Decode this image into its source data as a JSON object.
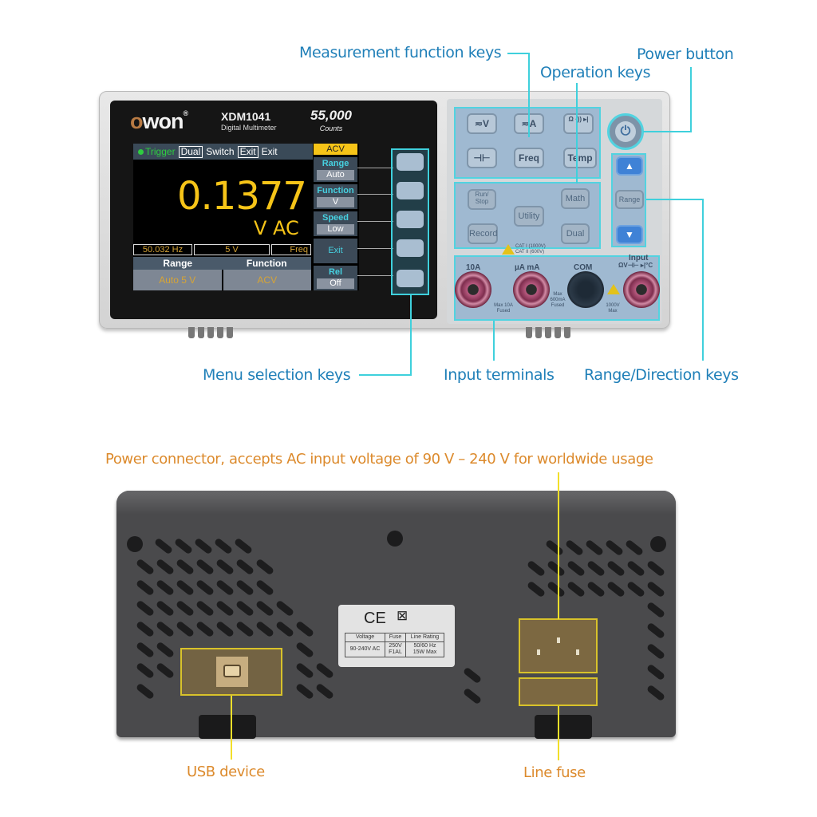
{
  "front_panel": {
    "brand": "owon",
    "trademark": "®",
    "model": "XDM1041",
    "model_subtitle": "Digital Multimeter",
    "counts_value": "55,000",
    "counts_label": "Counts",
    "screen": {
      "status_trigger": "Trigger",
      "status_dual_key": "Dual",
      "status_dual_text": "Switch",
      "status_exit_key": "Exit",
      "status_exit_text": "Exit",
      "reading": "0.1377",
      "unit": "V AC",
      "sub_frequency": "50.032 Hz",
      "sub_range": "5 V",
      "sub_function": "Freq",
      "range_header": "Range",
      "function_header": "Function",
      "range_value": "Auto 5 V",
      "function_value": "ACV",
      "menu_mode": "ACV",
      "menu": [
        {
          "title": "Range",
          "value": "Auto"
        },
        {
          "title": "Function",
          "value": "V"
        },
        {
          "title": "Speed",
          "value": "Low"
        },
        {
          "title": "Exit",
          "value": ""
        },
        {
          "title": "Rel",
          "value": "Off"
        }
      ]
    },
    "measurement_keys": [
      "≂V",
      "≂A",
      "Ω ·)) ▸|",
      "⊣⊢",
      "Freq",
      "Temp"
    ],
    "operation_keys": {
      "run_stop": "Run/ Stop",
      "math": "Math",
      "utility": "Utility",
      "record": "Record",
      "dual": "Dual"
    },
    "power_symbol": "⏻",
    "range_keys": {
      "up": "▲",
      "range": "Range",
      "down": "▼"
    },
    "cat_rating_1": "CAT I (1000V)",
    "cat_rating_2": "CAT II (600V)",
    "terminals": {
      "t10a": "10A",
      "tua_ma": "µA mA",
      "com": "COM",
      "input": "Input",
      "input_symbols": "ΩV⊣⊢ ▸|°C",
      "max_10a": "Max 10A Fused",
      "max_600ma": "Max 600mA Fused",
      "max_1000v": "1000V Max"
    }
  },
  "callouts_front": {
    "measurement_function_keys": "Measurement function keys",
    "operation_keys": "Operation keys",
    "power_button": "Power button",
    "menu_selection_keys": "Menu selection keys",
    "input_terminals": "Input terminals",
    "range_direction_keys": "Range/Direction keys"
  },
  "rear_panel": {
    "ce_mark": "CE",
    "weee_symbol": "⊠",
    "label_table": {
      "headers": [
        "Voltage",
        "Fuse",
        "Line Rating"
      ],
      "values": [
        "90-240V AC",
        "250V F1AL",
        "50/60 Hz 15W Max"
      ]
    }
  },
  "callouts_rear": {
    "power_connector": "Power connector, accepts AC input voltage of 90 V  –  240 V for worldwide usage",
    "usb_device": "USB device",
    "line_fuse": "Line fuse"
  },
  "colors": {
    "callout_blue": "#1f7fb8",
    "callout_orange": "#dc8a2c",
    "leader_cyan": "#3fd0dc",
    "leader_yellow": "#f2df2a",
    "lcd_reading": "#f6c418"
  }
}
